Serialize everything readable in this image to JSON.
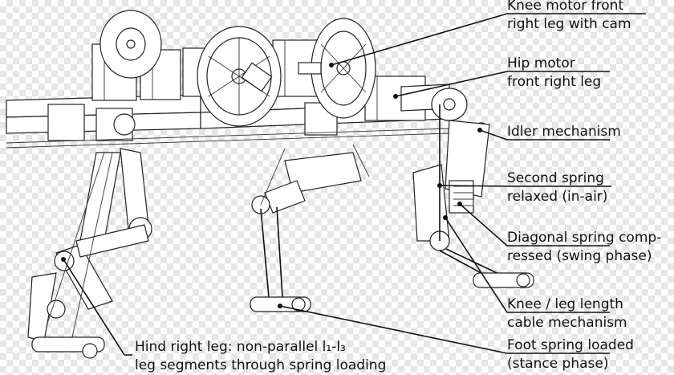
{
  "labels": [
    {
      "id": "knee-motor",
      "lines": [
        "Knee motor  front",
        "right leg with cam"
      ]
    },
    {
      "id": "hip-motor",
      "lines": [
        "Hip motor",
        "front right leg"
      ]
    },
    {
      "id": "idler",
      "lines": [
        "Idler mechanism"
      ]
    },
    {
      "id": "second-spring",
      "lines": [
        "Second spring",
        "relaxed (in-air)"
      ]
    },
    {
      "id": "diagonal-spring",
      "lines": [
        "Diagonal spring comp-",
        "ressed (swing phase)"
      ]
    },
    {
      "id": "knee-cable",
      "lines": [
        "Knee / leg length",
        "cable mechanism"
      ]
    },
    {
      "id": "foot-spring",
      "lines": [
        "Foot spring loaded",
        "(stance phase)"
      ]
    },
    {
      "id": "hind-leg",
      "lines": [
        "Hind right leg: non-parallel l₁-l₃",
        "leg segments through spring loading"
      ]
    }
  ]
}
